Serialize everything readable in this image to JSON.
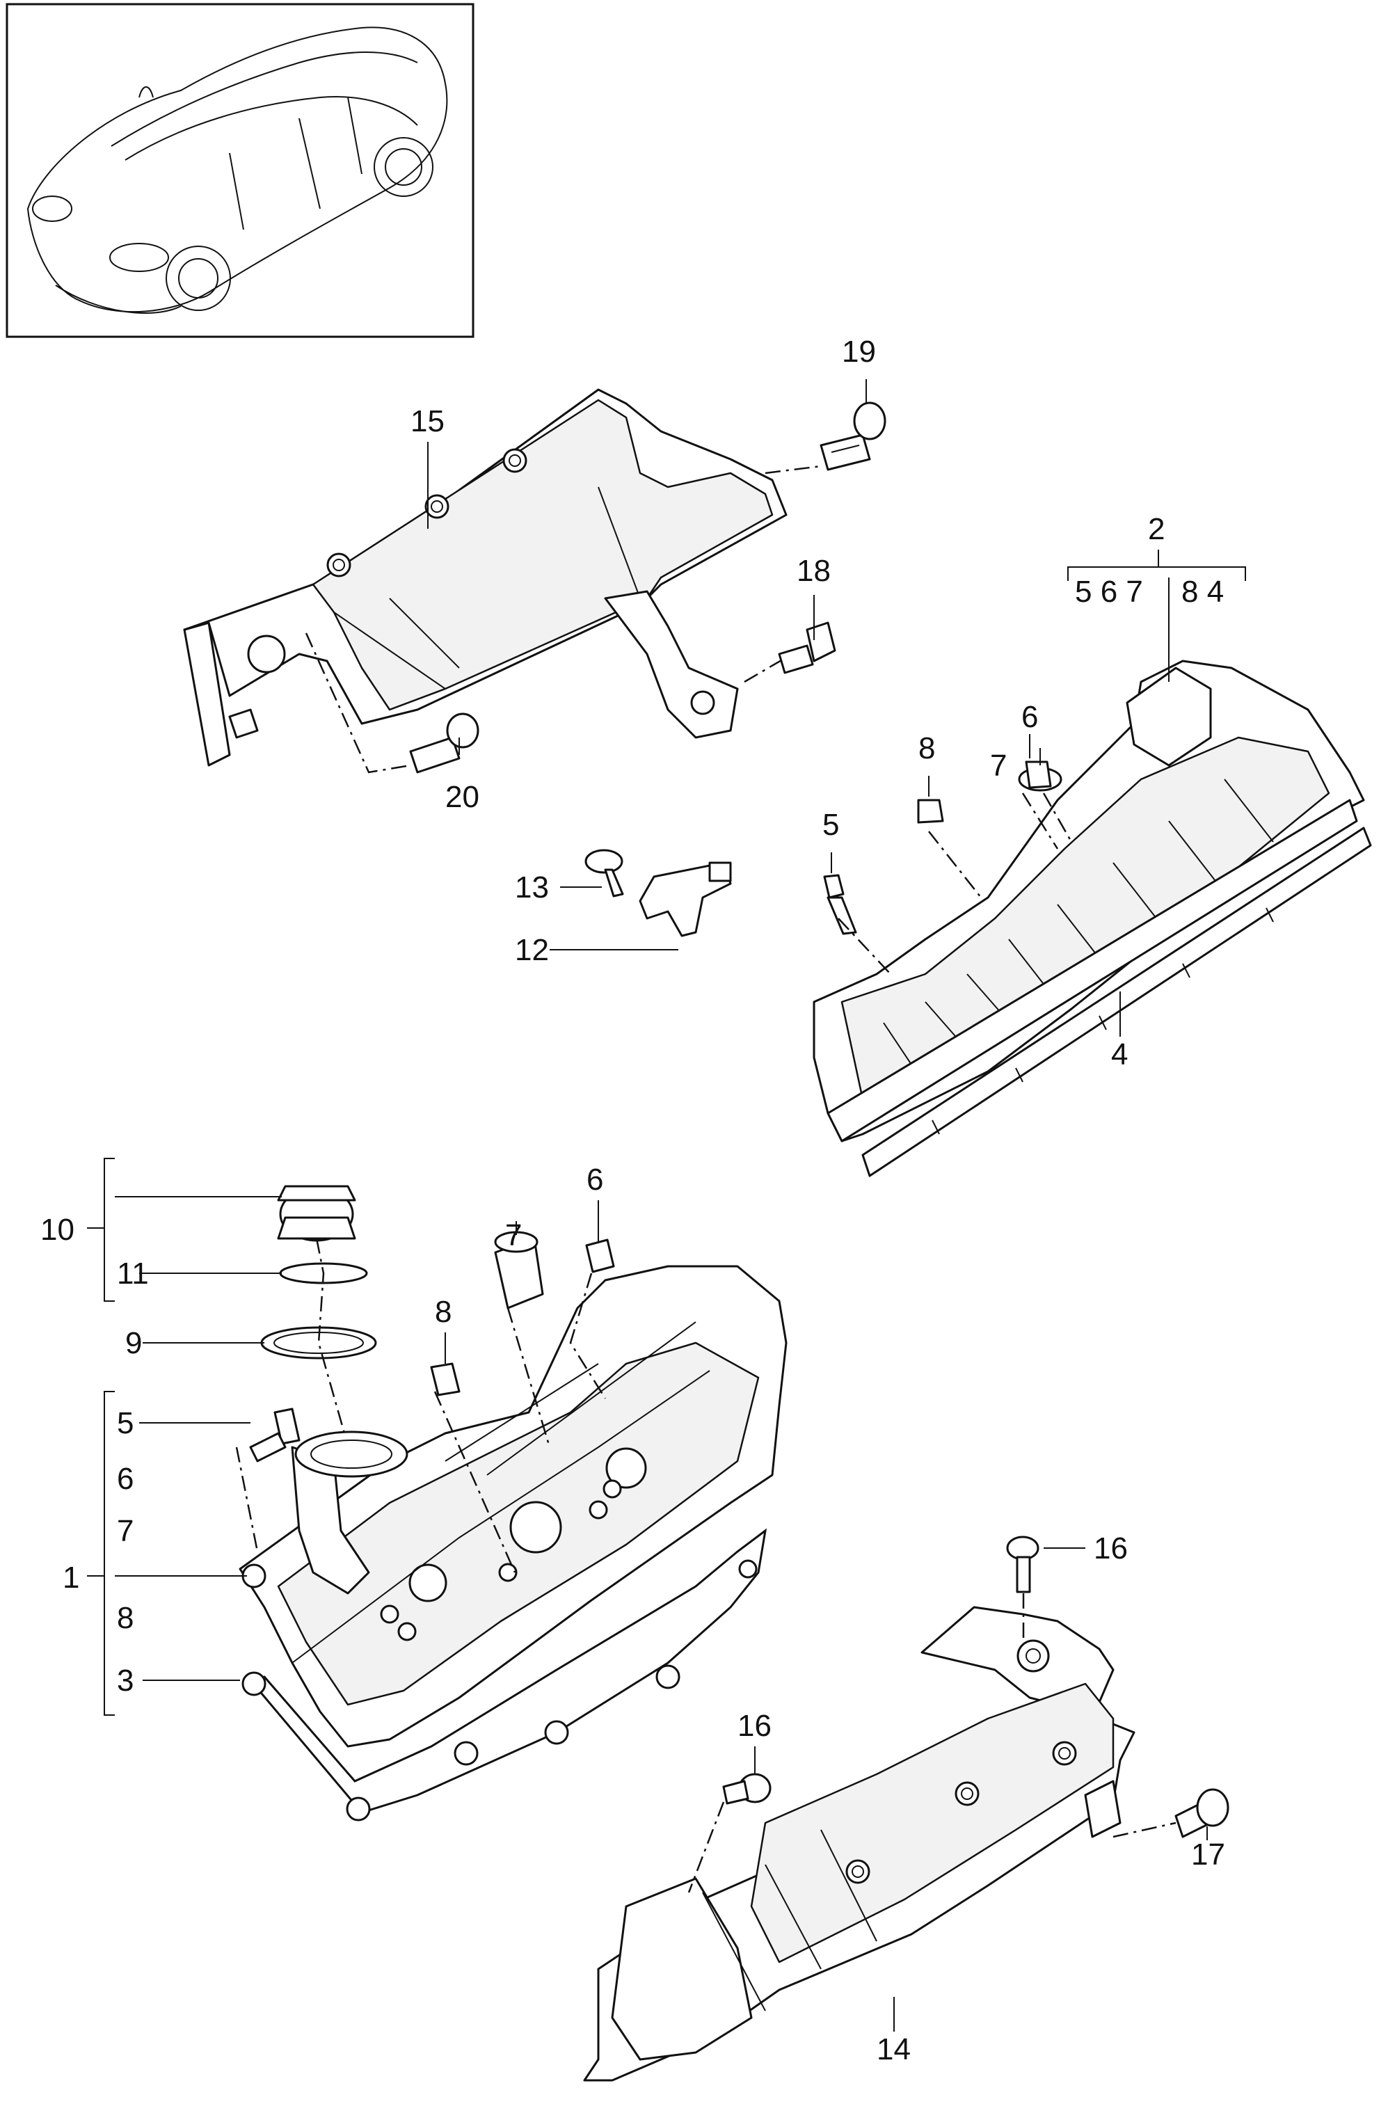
{
  "callouts": {
    "c1": "1",
    "c2": "2",
    "c3": "3",
    "c4": "4",
    "c5a": "5",
    "c5b": "5",
    "c6a": "6",
    "c6b": "6",
    "c7a": "7",
    "c7b": "7",
    "c8a": "8",
    "c8b": "8",
    "c9": "9",
    "c10": "10",
    "c11": "11",
    "c12": "12",
    "c13": "13",
    "c14": "14",
    "c15": "15",
    "c16a": "16",
    "c16b": "16",
    "c17": "17",
    "c18": "18",
    "c19": "19",
    "c20": "20"
  },
  "group1_members": [
    "5",
    "6",
    "7",
    "8",
    "3"
  ],
  "group2_members": [
    "5 6 7",
    "8 4"
  ]
}
